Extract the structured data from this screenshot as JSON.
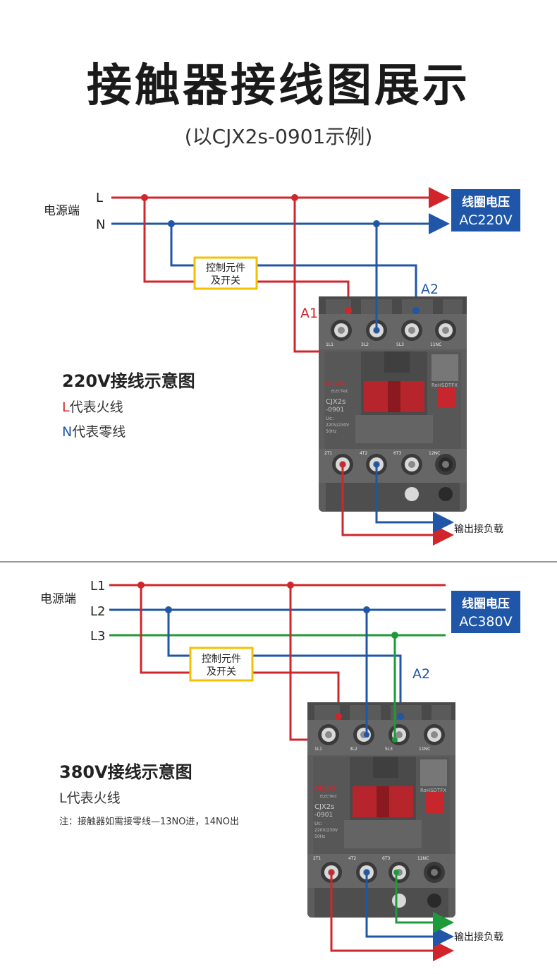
{
  "title": "接触器接线图展示",
  "subtitle": "(以CJX2s-0901示例)",
  "diagram1": {
    "power_label": "电源端",
    "line_L": "L",
    "line_N": "N",
    "coil_badge": [
      "线圈电压",
      "AC220V"
    ],
    "control_box": [
      "控制元件",
      "及开关"
    ],
    "a1": "A1",
    "a2": "A2",
    "heading": "220V接线示意图",
    "legend_L_letter": "L",
    "legend_L_text": "代表火线",
    "legend_N_letter": "N",
    "legend_N_text": "代表零线",
    "output": "输出接负载"
  },
  "diagram2": {
    "power_label": "电源端",
    "line_L1": "L1",
    "line_L2": "L2",
    "line_L3": "L3",
    "coil_badge": [
      "线圈电压",
      "AC380V"
    ],
    "control_box": [
      "控制元件",
      "及开关"
    ],
    "a2": "A2",
    "heading": "380V接线示意图",
    "legend": "L代表火线",
    "note": "注：接触器如需接零线—13NO进，14NO出",
    "output": "输出接负载"
  },
  "contactor": {
    "brand": "DELIXI",
    "brand_sub": "ELECTRIC",
    "model": "CJX2s",
    "model_no": "-0901",
    "uc": "Uc:",
    "voltage": "220V/230V",
    "freq": "50Hz",
    "rohs": "RoHSDTFX",
    "top_terminals": [
      "1L1",
      "3L2",
      "5L3",
      "11NC"
    ],
    "bottom_terminals": [
      "2T1",
      "4T2",
      "6T3",
      "12NC"
    ]
  },
  "colors": {
    "red": "#d0262b",
    "blue": "#1f56a8",
    "green": "#1f9a3a",
    "badge": "#1f56a8",
    "box": "#f2c200"
  }
}
